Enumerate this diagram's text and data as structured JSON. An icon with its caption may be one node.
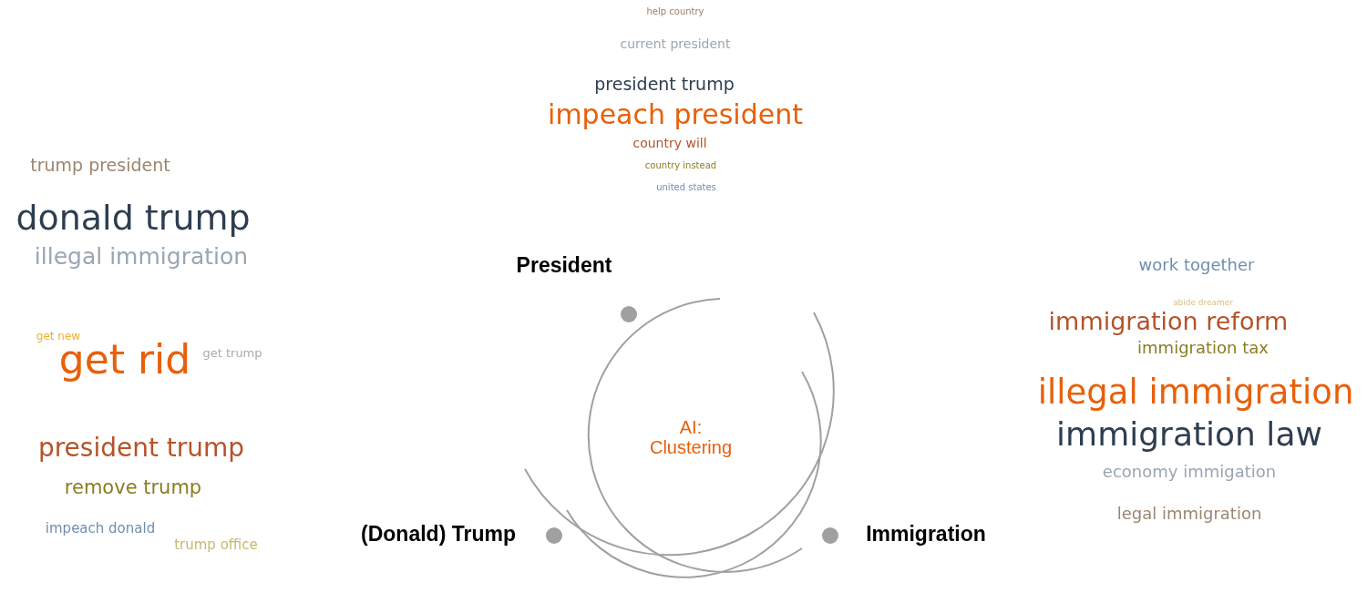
{
  "diagram": {
    "labels": [
      "help country",
      "current president",
      "president trump",
      "impeach president",
      "country will",
      "country instead",
      "united states",
      "trump president",
      "donald trump",
      "illegal immigration",
      "get new",
      "get rid",
      "get trump",
      "president trump",
      "remove trump",
      "impeach donald",
      "trump office",
      "work together",
      "abide dreamer",
      "immigration reform",
      "immigration tax",
      "illegal immigration",
      "immigration law",
      "economy immigation",
      "legal immigration",
      "President",
      "(Donald) Trump",
      "Immigration",
      "AI: Clustering"
    ]
  }
}
